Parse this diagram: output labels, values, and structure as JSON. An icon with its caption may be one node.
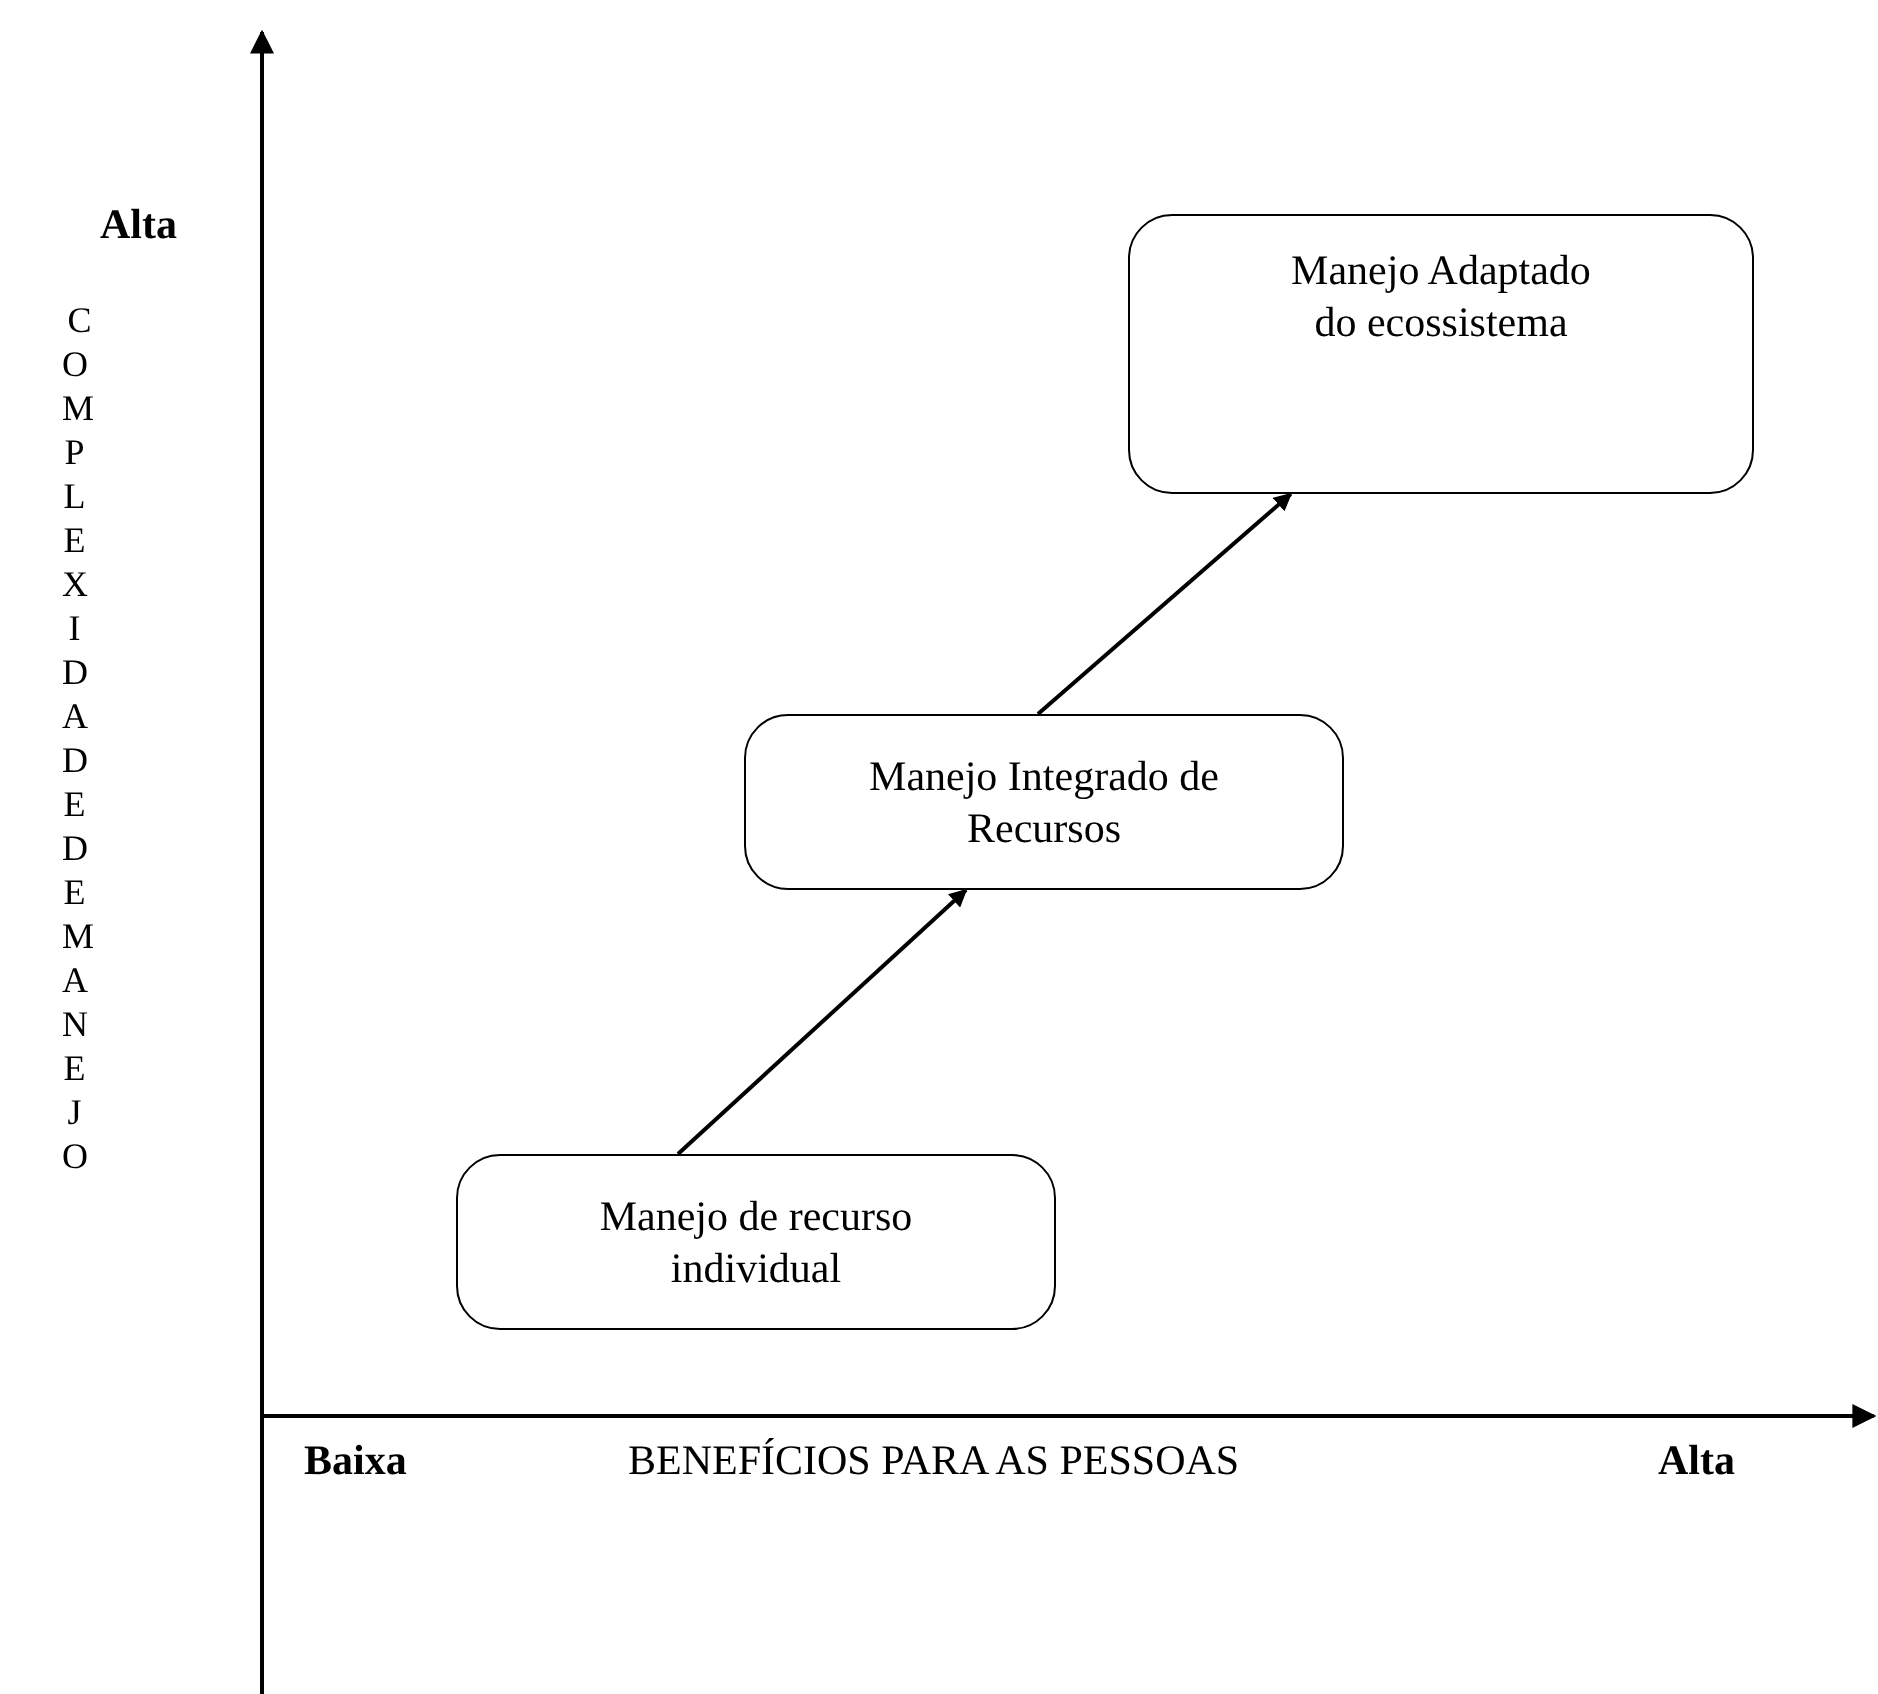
{
  "diagram": {
    "nodes": [
      {
        "text": [
          "Manejo de recurso individual"
        ]
      },
      {
        "text": [
          "Manejo Integrado de Recursos"
        ]
      },
      {
        "text": [
          "Manejo Adaptado do ecossistema"
        ]
      }
    ],
    "edges": [
      {
        "from": 0,
        "to": 1,
        "arrow": "to"
      },
      {
        "from": 1,
        "to": 2,
        "arrow": "to"
      }
    ],
    "labels": [
      "Alta",
      "COMPLEXIDADE DE MANEJO",
      "Baixa",
      "BENEFÍCIOS PARA AS PESSOAS",
      "Alta"
    ]
  }
}
